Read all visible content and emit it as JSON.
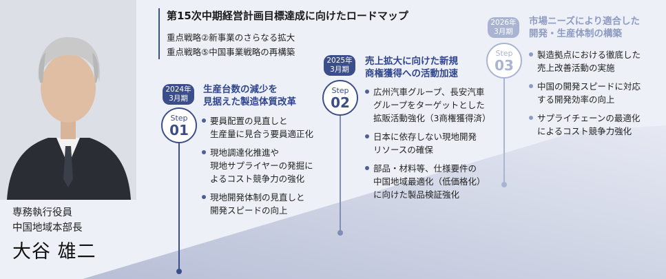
{
  "header": {
    "title": "第15次中期経営計画目標達成に向けたロードマップ",
    "strategies": [
      "重点戦略②新事業のさらなる拡大",
      "重点戦略⑤中国事業戦略の再構築"
    ]
  },
  "person": {
    "role_line1": "専務執行役員",
    "role_line2": "中国地域本部長",
    "name": "大谷 雄二"
  },
  "steps": [
    {
      "period_year": "2024年",
      "period_month": "3月期",
      "step_word": "Step",
      "step_number": "01",
      "title_lines": [
        "生産台数の減少を",
        "見据えた製造体質改革"
      ],
      "items": [
        [
          "要員配置の見直しと",
          "生産量に見合う要員適正化"
        ],
        [
          "現地調達化推進や",
          "現地サプライヤーの発掘に",
          "よるコスト競争力の強化"
        ],
        [
          "現地開発体制の見直しと",
          "開発スピードの向上"
        ]
      ]
    },
    {
      "period_year": "2025年",
      "period_month": "3月期",
      "step_word": "Step",
      "step_number": "02",
      "title_lines": [
        "売上拡大に向けた新規",
        "商権獲得への活動加速"
      ],
      "items": [
        [
          "広州汽車グループ、長安汽車",
          "グループをターゲットとした",
          "拡販活動強化（3商権獲得済）"
        ],
        [
          "日本に依存しない現地開発",
          "リソースの確保"
        ],
        [
          "部品・材料等、仕様要件の",
          "中国地域最適化（低価格化）",
          "に向けた製品検証強化"
        ]
      ]
    },
    {
      "period_year": "2026年",
      "period_month": "3月期",
      "step_word": "Step",
      "step_number": "03",
      "title_lines": [
        "市場ニーズにより適合した",
        "開発・生産体制の構築"
      ],
      "items": [
        [
          "製造拠点における徹底した",
          "売上改善活動の実施"
        ],
        [
          "中国の開発スピードに対応",
          "する開発効率の向上"
        ],
        [
          "サプライチェーンの最適化",
          "によるコスト競争力強化"
        ]
      ]
    }
  ],
  "colors": {
    "accent": "#3c4e8a",
    "accent_light": "#a9b4d2",
    "title_blue": "#2f4590",
    "road": "#c3c9dd"
  }
}
